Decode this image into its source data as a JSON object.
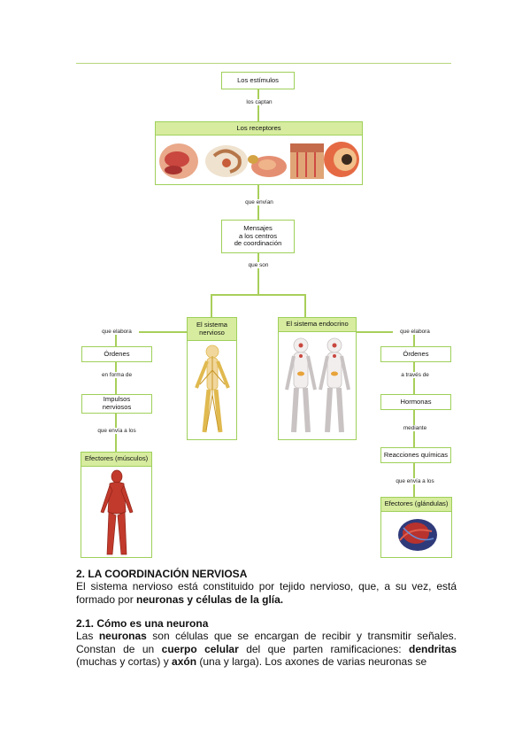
{
  "diagram": {
    "stimuli": "Los estímulos",
    "captured_by": "los captan",
    "receptors": "Los receptores",
    "send": "que envían",
    "messages": [
      "Mensajes",
      "a los centros",
      "de coordinación"
    ],
    "are": "que son",
    "nervous_system": [
      "El sistema",
      "nervioso"
    ],
    "endocrine_system": "El sistema endocrino",
    "left": {
      "produces": "que elabora",
      "orders": "Órdenes",
      "in_form_of": "en forma de",
      "impulses": [
        "Impulsos",
        "nerviosos"
      ],
      "sends_to": "que envía a los",
      "effectors": "Efectores (músculos)"
    },
    "right": {
      "produces": "que elabora",
      "orders": "Órdenes",
      "through": "a través de",
      "hormones": "Hormonas",
      "by_means": "mediante",
      "reactions": "Reacciones químicas",
      "sends_to": "que envía a los",
      "effectors": "Efectores (glándulas)"
    }
  },
  "section2": {
    "heading": "2. LA COORDINACIÓN NERVIOSA",
    "p_start": "El sistema nervioso está constituido por tejido nervioso, que, a su vez, está formado por ",
    "p_bold": "neuronas y células de la glía."
  },
  "section21": {
    "heading": "2.1. Cómo es una neurona",
    "t1": "Las ",
    "b1": "neuronas",
    "t2": " son células que se encargan de recibir y transmitir señales. Constan de un ",
    "b2": "cuerpo celular",
    "t3": " del que parten ramificaciones: ",
    "b3": "dendritas",
    "t4": " (muchas y cortas) y ",
    "b4": "axón",
    "t5": " (una y larga). Los axones de varias neuronas se"
  }
}
